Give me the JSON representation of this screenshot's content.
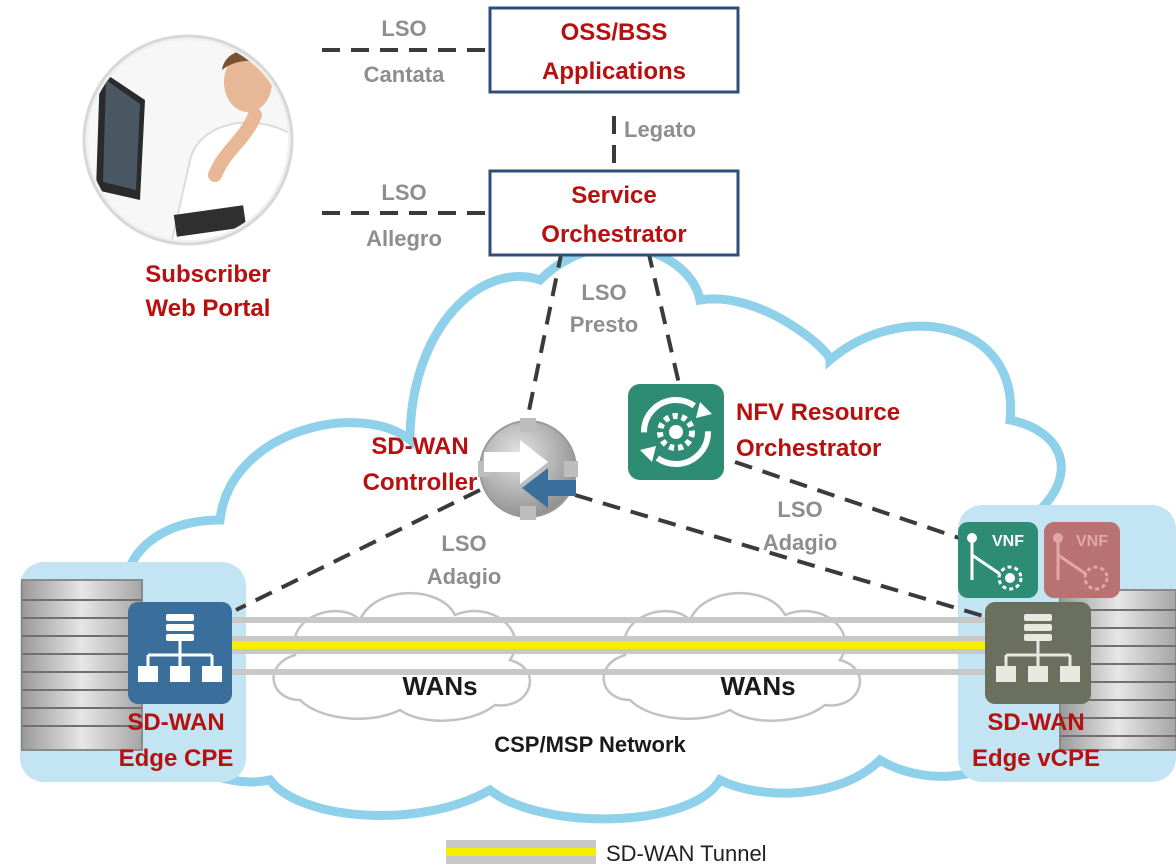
{
  "boxes": {
    "oss_bss": [
      "OSS/BSS",
      "Applications"
    ],
    "service_orchestrator": [
      "Service",
      "Orchestrator"
    ]
  },
  "nodes": {
    "subscriber_portal": [
      "Subscriber",
      "Web Portal"
    ],
    "sdwan_controller": [
      "SD-WAN",
      "Controller"
    ],
    "nfv_orchestrator": [
      "NFV Resource",
      "Orchestrator"
    ],
    "edge_cpe": [
      "SD-WAN",
      "Edge CPE"
    ],
    "edge_vcpe": [
      "SD-WAN",
      "Edge vCPE"
    ],
    "vnf_badge_1": "VNF",
    "vnf_badge_2": "VNF"
  },
  "links": {
    "cantata": [
      "LSO",
      "Cantata"
    ],
    "legato": "Legato",
    "allegro": [
      "LSO",
      "Allegro"
    ],
    "presto": [
      "LSO",
      "Presto"
    ],
    "adagio_left": [
      "LSO",
      "Adagio"
    ],
    "adagio_right": [
      "LSO",
      "Adagio"
    ]
  },
  "clouds": {
    "wan_left": "WANs",
    "wan_right": "WANs",
    "network": "CSP/MSP Network"
  },
  "legend": {
    "tunnel_label": "SD-WAN Tunnel"
  },
  "colors": {
    "label_red": "#b80f0f",
    "label_grey": "#8e8e8e",
    "box_border": "#2e4f7a",
    "cloud_outline": "#8fd0ea",
    "site_panel": "#c3e4f3",
    "tunnel_yellow": "#f4ee00",
    "tunnel_grey": "#c8c8c8",
    "cpe_blue": "#3a6f9c",
    "vcpe_olive": "#6b6f5e",
    "nfv_teal": "#2e8b74",
    "vnf_muted_red": "#b87272"
  }
}
